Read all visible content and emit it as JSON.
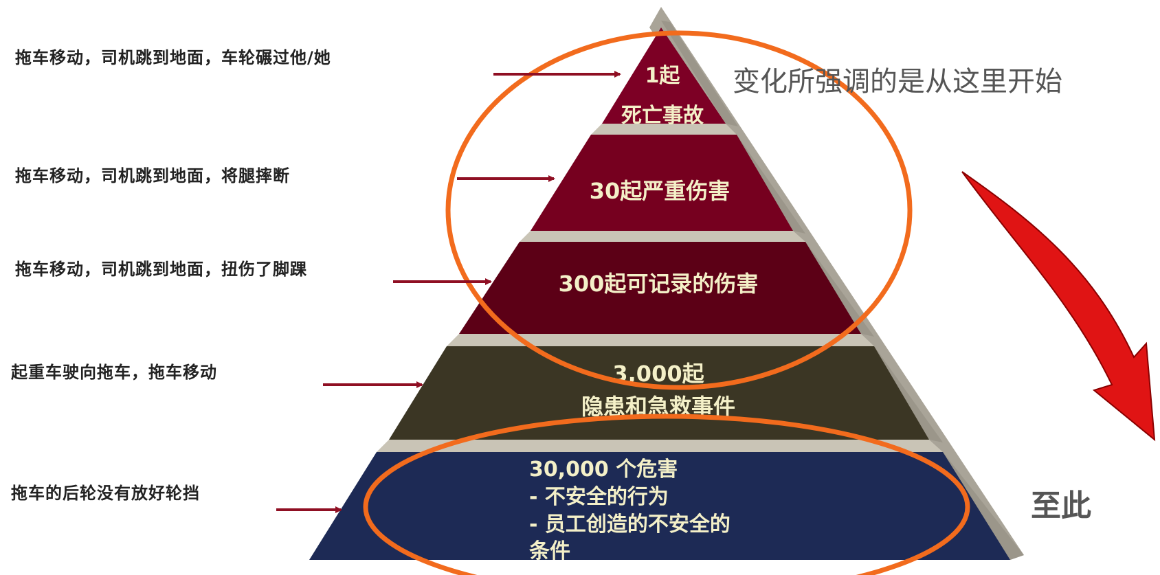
{
  "diagram": {
    "annotations": {
      "top_note": "变化所强调的是从这里开始",
      "bottom_note": "至此"
    },
    "colors": {
      "arrow": "#8f0f23",
      "oval": "#f26b1d",
      "curved_arrow": "#e01414",
      "side_face": "#a9a498",
      "ledge": "#c9c4b6"
    },
    "tiers": [
      {
        "name": "fatality",
        "count": "1起",
        "label": "死亡事故",
        "cause": "拖车移动，司机跳到地面，车轮碾过他/她",
        "color": "#7d0025"
      },
      {
        "name": "serious-injury",
        "label": "30起严重伤害",
        "cause": "拖车移动，司机跳到地面，将腿摔断",
        "color": "#76001f"
      },
      {
        "name": "recordable-injury",
        "label": "300起可记录的伤害",
        "cause": "拖车移动，司机跳到地面，扭伤了脚踝",
        "color": "#5c0016"
      },
      {
        "name": "near-miss",
        "count": "3,000起",
        "label": "隐患和急救事件",
        "cause": "起重车驶向拖车，拖车移动",
        "color": "#3b3624"
      },
      {
        "name": "hazard",
        "lines": [
          "30,000 个危害",
          "-  不安全的行为",
          "-  员工创造的不安全的",
          "条件"
        ],
        "cause": "拖车的后轮没有放好轮挡",
        "color": "#1d2a55"
      }
    ]
  }
}
